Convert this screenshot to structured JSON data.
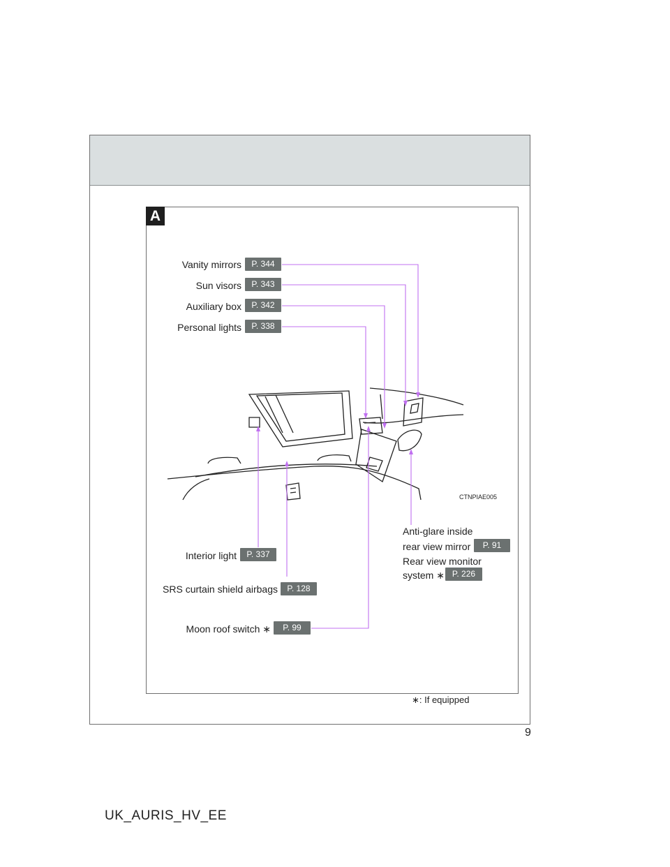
{
  "section_marker": "A",
  "callouts": {
    "vanity_mirrors": {
      "label": "Vanity mirrors",
      "page": "P. 344"
    },
    "sun_visors": {
      "label": "Sun visors",
      "page": "P. 343"
    },
    "auxiliary_box": {
      "label": "Auxiliary box",
      "page": "P. 342"
    },
    "personal_lights": {
      "label": "Personal lights",
      "page": "P. 338"
    },
    "interior_light": {
      "label": "Interior light",
      "page": "P. 337"
    },
    "srs_airbags": {
      "label": "SRS curtain shield airbags",
      "page": "P. 128"
    },
    "moon_roof_switch": {
      "label": "Moon roof switch ∗",
      "page": "P. 99"
    },
    "anti_glare_mirror": {
      "label_line1": "Anti-glare inside",
      "label_line2": "rear view mirror",
      "page": "P. 91"
    },
    "rear_view_monitor": {
      "label_line1": "Rear view monitor",
      "label_line2": "system ∗",
      "page": "P. 226"
    }
  },
  "illustration_code": "CTNPIAE005",
  "footnote": "∗: If equipped",
  "page_number": "9",
  "document_id": "UK_AURIS_HV_EE",
  "colors": {
    "leader_line": "#c070f0",
    "badge_bg": "#6b7170",
    "header_band": "#dadfe0"
  }
}
